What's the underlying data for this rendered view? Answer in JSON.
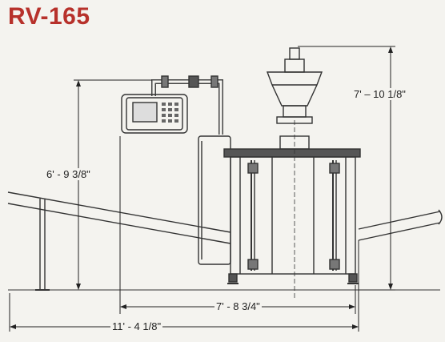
{
  "model": "RV-165",
  "dimensions": {
    "overall_height": "7' – 10 1/8\"",
    "hopper_height": "6' - 9 3/8\"",
    "machine_width": "7' - 8  3/4\"",
    "overall_length": "11' - 4 1/8\""
  },
  "colors": {
    "title": "#b7312b",
    "line": "#333333",
    "background": "#f4f3ef"
  }
}
